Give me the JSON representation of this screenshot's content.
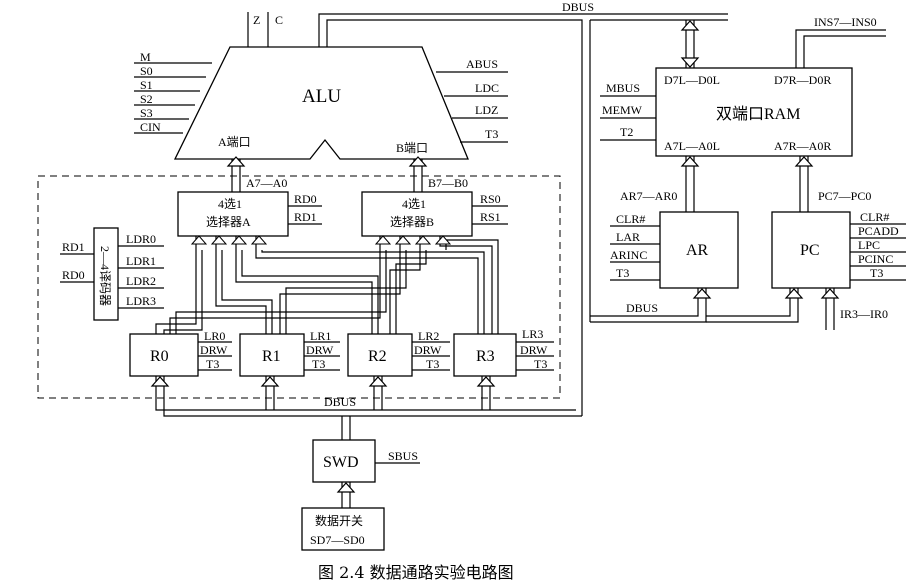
{
  "alu": {
    "label": "ALU",
    "port_a": "A端口",
    "port_b": "B端口",
    "flags": [
      "Z",
      "C"
    ],
    "left_signals": [
      "M",
      "S0",
      "S1",
      "S2",
      "S3",
      "CIN"
    ],
    "right_signals": [
      "ABUS",
      "LDC",
      "LDZ",
      "T3"
    ]
  },
  "buses": {
    "dbus": "DBUS",
    "sbus": "SBUS",
    "a_bus": "A7—A0",
    "b_bus": "B7—B0"
  },
  "selector_a": {
    "line1": "4选1",
    "line2": "选择器A",
    "signals": [
      "RD0",
      "RD1"
    ]
  },
  "selector_b": {
    "line1": "4选1",
    "line2": "选择器B",
    "signals": [
      "RS0",
      "RS1"
    ]
  },
  "decoder": {
    "label": "2—4译码器",
    "inputs": [
      "RD1",
      "RD0"
    ],
    "outputs": [
      "LDR0",
      "LDR1",
      "LDR2",
      "LDR3"
    ]
  },
  "registers": [
    {
      "name": "R0",
      "signals": [
        "LR0",
        "DRW",
        "T3"
      ]
    },
    {
      "name": "R1",
      "signals": [
        "LR1",
        "DRW",
        "T3"
      ]
    },
    {
      "name": "R2",
      "signals": [
        "LR2",
        "DRW",
        "T3"
      ]
    },
    {
      "name": "R3",
      "signals": [
        "LR3",
        "DRW",
        "T3"
      ]
    }
  ],
  "swd": {
    "label": "SWD",
    "signal": "SBUS"
  },
  "switch": {
    "line1": "数据开关",
    "line2": "SD7—SD0"
  },
  "ram": {
    "label": "双端口RAM",
    "left_port": "D7L—D0L",
    "right_port": "D7R—D0R",
    "addr_left": "A7L—A0L",
    "addr_right": "A7R—A0R",
    "signals": [
      "MBUS",
      "MEMW",
      "T2"
    ],
    "ins": "INS7—INS0"
  },
  "ar": {
    "label": "AR",
    "bus": "AR7—AR0",
    "signals": [
      "CLR#",
      "LAR",
      "ARINC",
      "T3"
    ]
  },
  "pc": {
    "label": "PC",
    "bus": "PC7—PC0",
    "signals": [
      "CLR#",
      "PCADD",
      "LPC",
      "PCINC",
      "T3"
    ],
    "ir": "IR3—IR0"
  },
  "caption": "图 2.4  数据通路实验电路图"
}
